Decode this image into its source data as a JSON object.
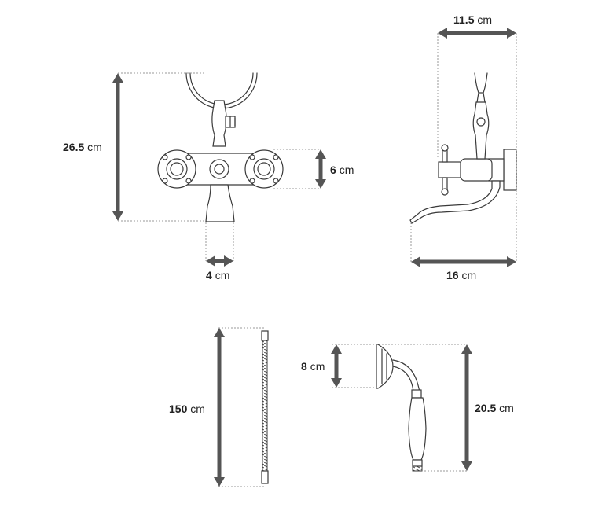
{
  "dimensions": {
    "tap_height": {
      "value": "26.5",
      "unit": "cm"
    },
    "handle_spacing": {
      "value": "6",
      "unit": "cm"
    },
    "spout_width": {
      "value": "4",
      "unit": "cm"
    },
    "depth": {
      "value": "11.5",
      "unit": "cm"
    },
    "spout_reach": {
      "value": "16",
      "unit": "cm"
    },
    "hose_length": {
      "value": "150",
      "unit": "cm"
    },
    "head_diameter": {
      "value": "8",
      "unit": "cm"
    },
    "hand_shower_length": {
      "value": "20.5",
      "unit": "cm"
    }
  },
  "colors": {
    "arrow": "#555555",
    "outline": "#3a3a3a",
    "guide": "#9a9a9a"
  }
}
